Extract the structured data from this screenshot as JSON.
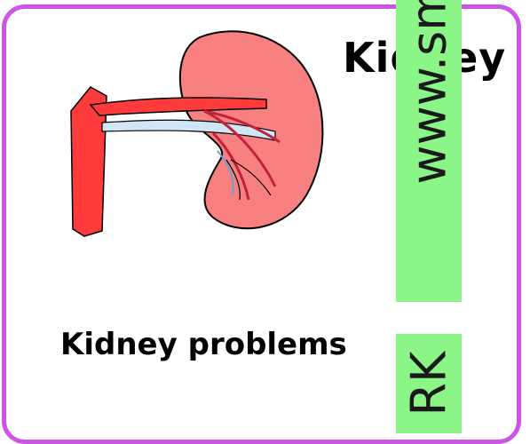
{
  "title": "Kidney",
  "caption": "Kidney problems",
  "watermark_top": "www.smartd",
  "watermark_bottom": "RK",
  "colors": {
    "frame": "#cc55e6",
    "kidney": "#f88080",
    "artery": "#ff3b3b",
    "vein": "#cfe6f7",
    "band": "#8cf588"
  }
}
